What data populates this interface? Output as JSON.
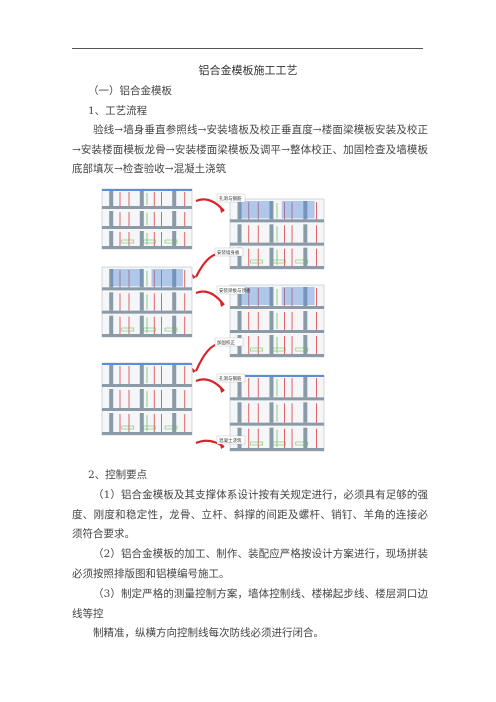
{
  "document": {
    "title": "铝合金模板施工工艺",
    "section1": "（一）铝合金模板",
    "sub1": "1、工艺流程",
    "flow_text": "验线→墙身垂直参照线→安装墙板及校正垂直度→楼面梁模板安装及校正→安装楼面模板龙骨→安装楼面梁模板及调平→整体校正、加固检查及墙模板底部填灰→检查验收→混凝土浇筑",
    "sub2": "2、控制要点",
    "points": [
      "（1）铝合金模板及其支撑体系设计按有关规定进行，必须具有足够的强度、刚度和稳定性，龙骨、立杆、斜撑的间距及螺杆、销钉、羊角的连接必须符合要求。",
      "（2）铝合金模板的加工、制作、装配应严格按设计方案进行，现场拼装必须按照排版图和铝模编号施工。",
      "（3）制定严格的测量控制方案，墙体控制线、楼梯起步线、楼层洞口边线等控",
      "制精准，纵横方向控制线每次防线必须进行闭合。"
    ]
  },
  "figure": {
    "labels": [
      "孔洞与钢筋",
      "安装墙身板",
      "安装梁板与顶板",
      "加固校正",
      "孔洞与钢筋",
      "混凝土浇筑"
    ],
    "colors": {
      "structure": "#8a9aa6",
      "frame": "#b7c1c8",
      "blue": "#5b8ed6",
      "red": "#d8232a",
      "green": "#59b84a",
      "arrow": "#d8232a"
    }
  }
}
